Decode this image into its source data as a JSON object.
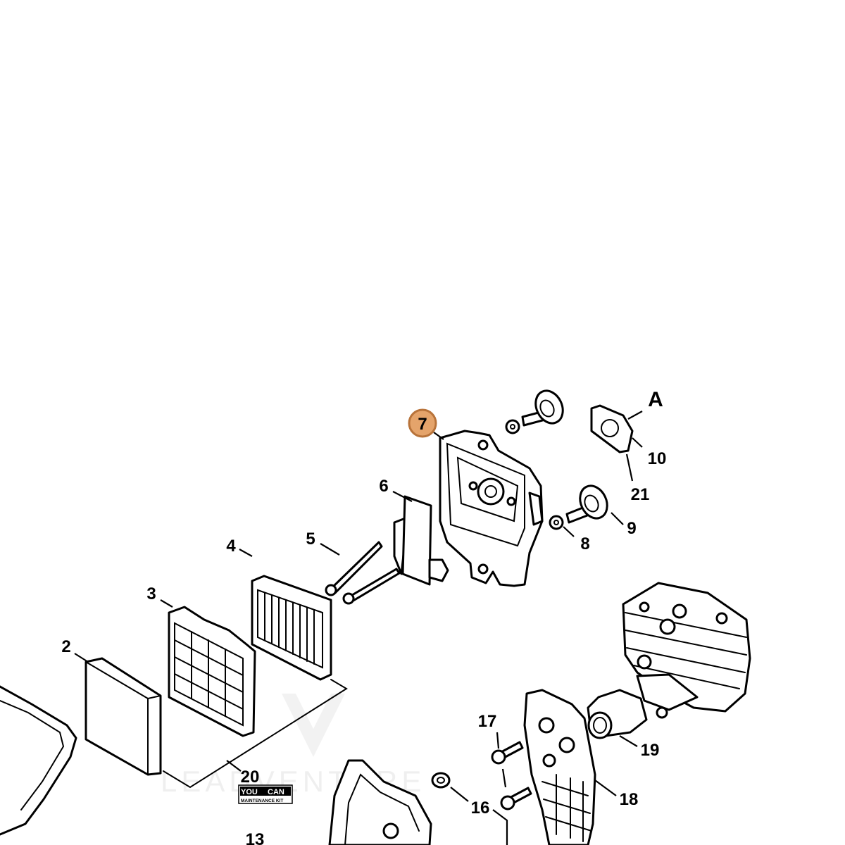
{
  "diagram": {
    "highlight_color": "#e5a46b",
    "highlight_stroke": "#b8733a",
    "highlighted_part": "7",
    "section_marker": "A",
    "callouts": [
      "2",
      "3",
      "4",
      "5",
      "6",
      "7",
      "8",
      "9",
      "10",
      "13",
      "16",
      "17",
      "18",
      "19",
      "20",
      "21"
    ],
    "watermark": "LEADVENTURE",
    "badge": {
      "top": "YOU",
      "top2": "CAN",
      "bottom": "MAINTENANCE KIT"
    }
  }
}
